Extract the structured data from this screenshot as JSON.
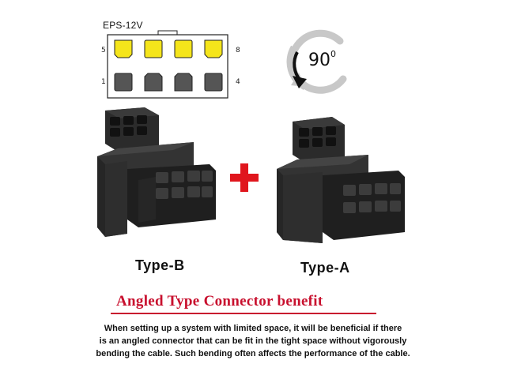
{
  "pinout": {
    "title": "EPS-12V",
    "labels": {
      "top_left": "5",
      "top_right": "8",
      "bottom_left": "1",
      "bottom_right": "4"
    },
    "top_pin_color": "#f5e51b",
    "bottom_pin_color": "#555555"
  },
  "rotation": {
    "value": "90",
    "unit": "0"
  },
  "connectors": {
    "left_label": "Type-B",
    "right_label": "Type-A",
    "plus_color": "#e0161d"
  },
  "benefit": {
    "title": "Angled Type Connector benefit",
    "lines": [
      "When setting up a system with limited space, it will be beneficial if there",
      "is an angled connector that can be fit in the tight space without vigorously",
      "bending the cable. Such bending often affects the performance of the cable."
    ]
  }
}
